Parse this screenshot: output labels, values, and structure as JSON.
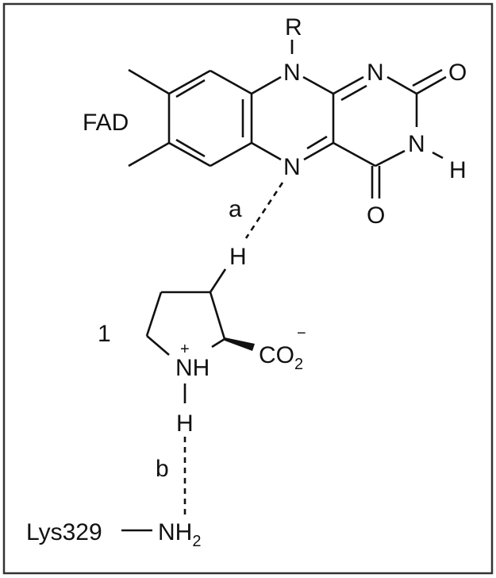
{
  "labels": {
    "cofactor": "FAD",
    "substituent": "R",
    "n10": "N",
    "n1": "N",
    "o2": "O",
    "n3": "N",
    "h3": "H",
    "o4": "O",
    "n5": "N",
    "interaction_a": "a",
    "h_a": "H",
    "compound_number": "1",
    "nh": "NH",
    "plus_charge": "+",
    "co2": "CO",
    "co2_sub": "2",
    "minus_charge": "−",
    "h_b": "H",
    "interaction_b": "b",
    "residue": "Lys329",
    "nh2": "NH",
    "nh2_sub": "2"
  },
  "colors": {
    "ink": "#111111",
    "background": "#ffffff",
    "frame": "#333333"
  }
}
